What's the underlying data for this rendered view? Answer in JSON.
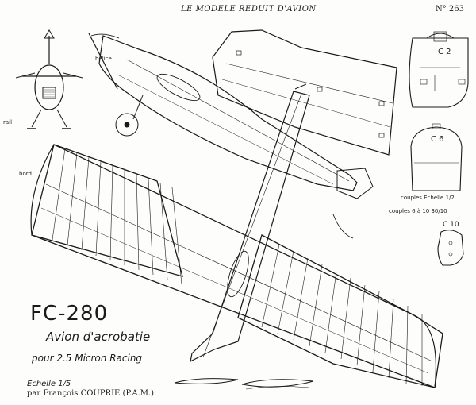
{
  "header": {
    "title": "LE MODELE REDUIT D'AVION",
    "page_number": "N° 263"
  },
  "title_block": {
    "model_name": "FC-280",
    "description": "Avion d'acrobatie",
    "engine": "pour 2.5 Micron Racing",
    "scale": "Echelle 1/5",
    "author": "par François COUPRIE (P.A.M.)"
  },
  "bulkhead_labels": {
    "c2": "C 2",
    "c6": "C 6",
    "c10": "C 10",
    "scale_note": "couples Echelle 1/2",
    "couples_note": "couples 6 à 10 30/10"
  },
  "colors": {
    "ink": "#1a1a1a",
    "paper": "#fdfdfb"
  }
}
